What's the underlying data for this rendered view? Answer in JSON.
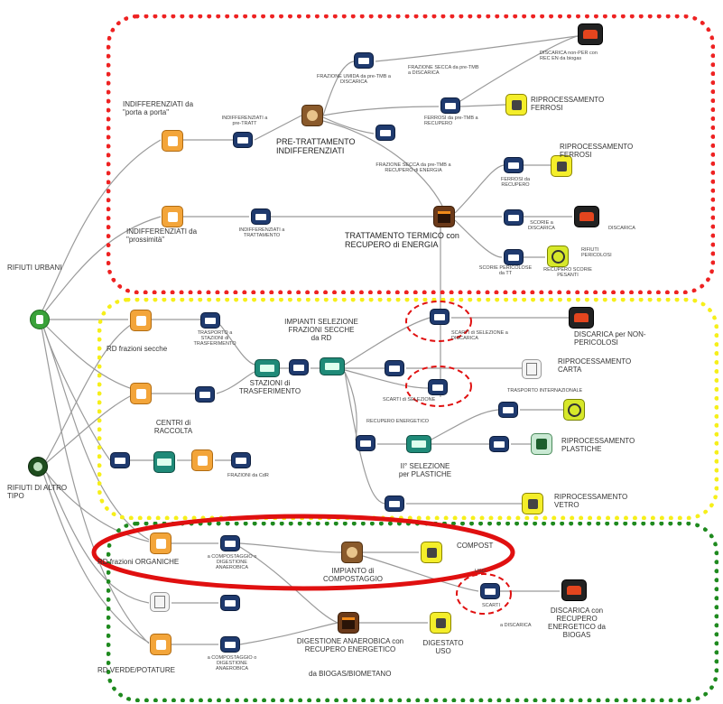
{
  "colors": {
    "red_region": "#ee2222",
    "yellow_region": "#f6ef1a",
    "green_region": "#1f8a1f",
    "highlight": "#e01010",
    "link": "#9a9a9a",
    "truck": "#1f3a6e",
    "orange": "#f3a53a",
    "yellow_icon": "#f4ee2a"
  },
  "sources": {
    "urban": "RIFIUTI URBANI",
    "other": "RIFIUTI DI ALTRO\nTIPO"
  },
  "top": {
    "indiff_porta": "INDIFFERENZIATI da\n\"porta a porta\"",
    "indiff_porta_transfer": "INDIFFERENZIATI a\npre-TRATT",
    "pretratt": "PRE-TRATTAMENTO\nINDIFFERENZIATI",
    "fraz_umida": "FRAZIONE UMIDA da pre-TMB a\nDISCARICA",
    "fraz_secca": "FRAZIONE SECCA da pre-TMB\na DISCARICA",
    "discarica_top": "DISCARICA non-PER con\nREC EN da biogas",
    "ferrosi_pretmb": "FERROSI da pre-TMB a\nRECUPERO",
    "riproc_ferrosi_1": "RIPROCESSAMENTO\nFERROSI",
    "fraz_secca_energia": "FRAZIONE SECCA da pre-TMB a\nRECUPERO di ENERGIA",
    "riproc_ferrosi_2": "RIPROCESSAMENTO\nFERROSI",
    "fraz_ferrosi_recupero": "FERROSI da\nRECUPERO",
    "indiff_prossimita": "INDIFFERENZIATI da\n\"prossimità\"",
    "indiff_prox_transfer": "INDIFFERENZIATI a\nTRATTAMENTO",
    "termo": "TRATTAMENTO TERMICO con\nRECUPERO di ENERGIA",
    "scorie_discarica": "SCORIE a\nDISCARICA",
    "discarica_scorie": "DISCARICA",
    "scorie_pericolose": "SCORIE PERICOLOSE\nda TT",
    "rifiuti_pericolosi": "RIFIUTI\nPERICOLOSI",
    "recupero_scorie": "RECUPERO SCORIE\nPESANTI"
  },
  "middle": {
    "rd_secche": "RD frazioni secche",
    "rd_secche_transfer": "TRASPORTO a\nSTAZIONI di\nTRASFERIMENTO",
    "impianti_selezione": "IMPIANTI SELEZIONE\nFRAZIONI SECCHE\nda RD",
    "stazioni": "STAZIONI di\nTRASFERIMENTO",
    "scarti_selezione_a": "SCARTI di SELEZIONE a\nDISCARICA",
    "discarica_nonper": "DISCARICA per NON-\nPERICOLOSI",
    "riproc_carta": "RIPROCESSAMENTO\nCARTA",
    "trasporto_internazionale": "TRASPORTO INTERNAZIONALE",
    "scarti_selezione_b": "SCARTI di SELEZIONE",
    "recupero_energetico": "RECUPERO ENERGETICO",
    "centri_raccolta": "CENTRI di\nRACCOLTA",
    "frazioni_cdr": "FRAZIONI da CdR",
    "seconda_selezione": "II° SELEZIONE\nper PLASTICHE",
    "riproc_plastiche": "RIPROCESSAMENTO\nPLASTICHE",
    "riproc_vetro": "RIPROCESSAMENTO\nVETRO"
  },
  "bottom": {
    "rd_organiche": "RD frazioni ORGANICHE",
    "to_compost": "a COMPOSTAGGIO o\nDIGESTIONE\nANAEROBICA",
    "impianto_compost": "IMPIANTO di\nCOMPOSTAGGIO",
    "compost": "COMPOST",
    "uso": "USO",
    "scarti": "SCARTI",
    "scarti_discarica": "a DISCARICA",
    "discarica_biogas": "DISCARICA con\nRECUPERO\nENERGETICO da\nBIOGAS",
    "rd_verde": "RD VERDE/POTATURE",
    "verde_transfer": "a COMPOSTAGGIO o\nDIGESTIONE\nANAEROBICA",
    "digestione": "DIGESTIONE ANAEROBICA con\nRECUPERO ENERGETICO",
    "digestato": "DIGESTATO\nUSO",
    "biogas": "da BIOGAS/BIOMETANO"
  }
}
